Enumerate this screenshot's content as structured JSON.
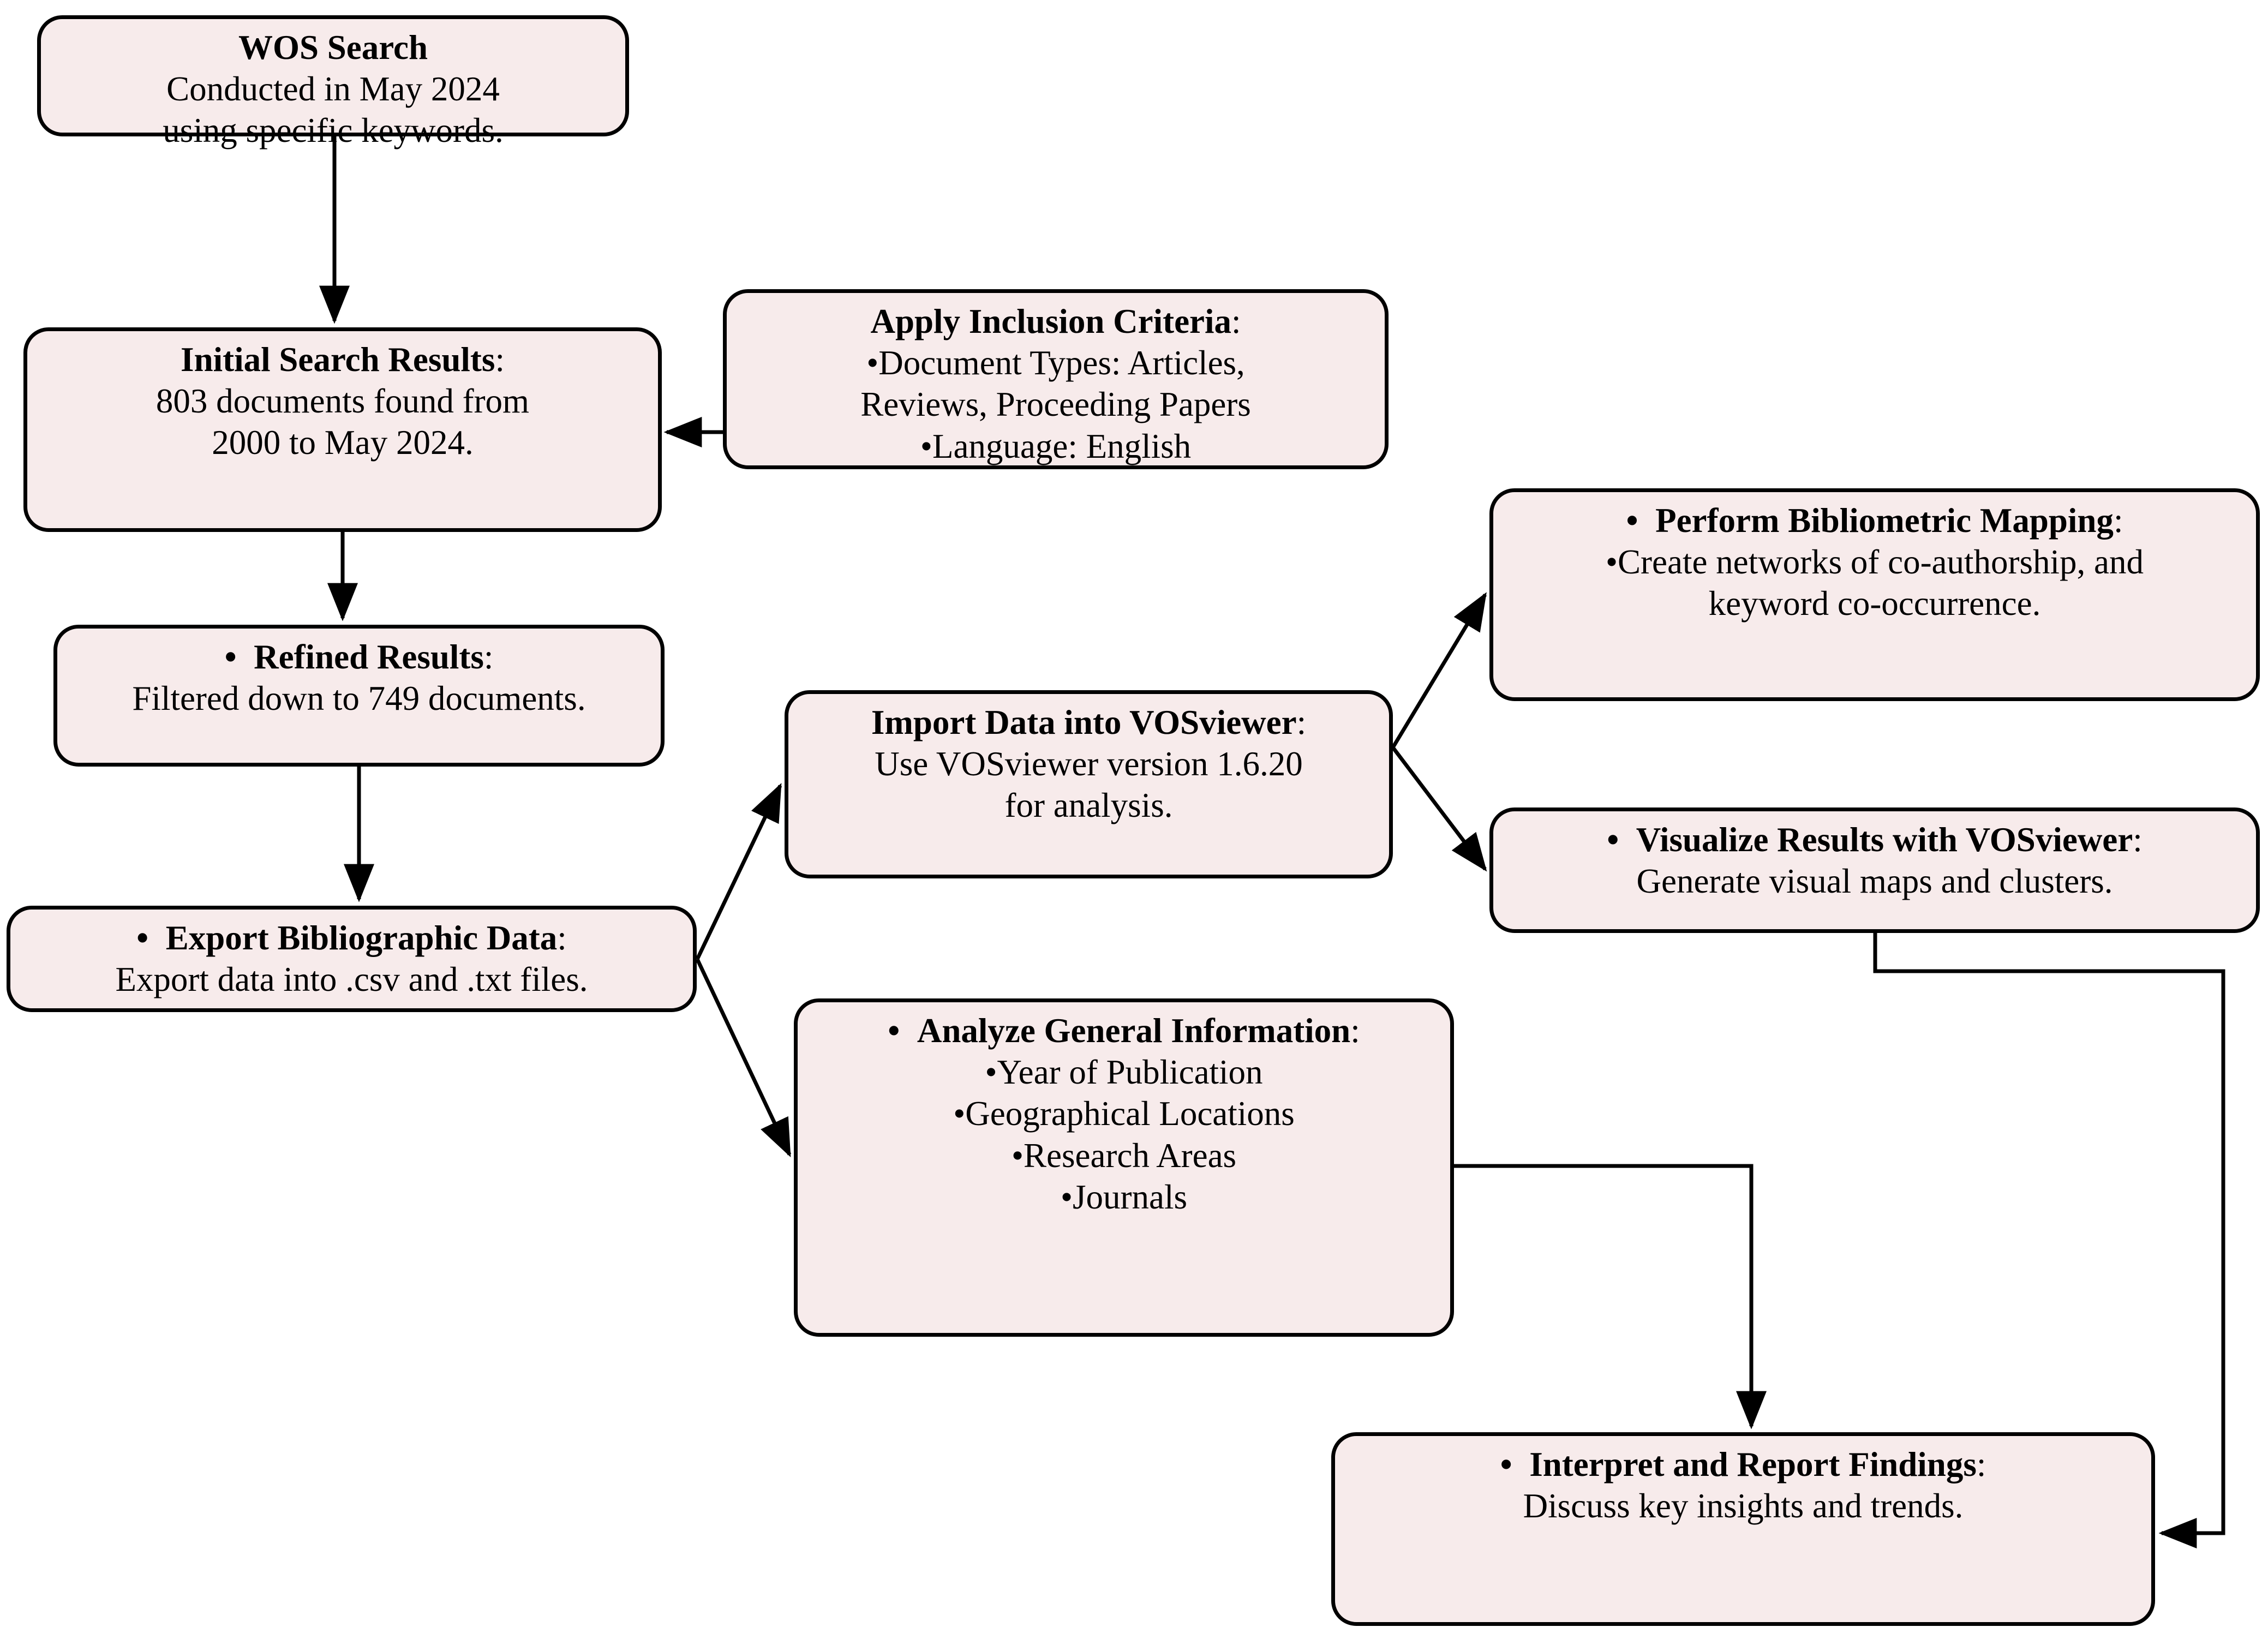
{
  "diagram": {
    "title": "Bibliometric analysis workflow flowchart",
    "colors": {
      "node_fill": "#f7ebeb",
      "node_border": "#000000",
      "edge": "#000000",
      "background": "#ffffff"
    }
  },
  "nodes": {
    "wos_search": {
      "title": "WOS Search",
      "line2": "Conducted in May 2024",
      "line3": "using specific keywords."
    },
    "initial_results": {
      "title": "Initial Search Results",
      "title_colon": ":",
      "line2": "803 documents found from",
      "line3": "2000 to May 2024."
    },
    "inclusion_criteria": {
      "title": "Apply Inclusion Criteria",
      "title_colon": ":",
      "bullet1a": "•Document Types: Articles,",
      "bullet1b": "Reviews, Proceeding Papers",
      "bullet2": "•Language: English"
    },
    "refined_results": {
      "bullet": "•",
      "title": "Refined Results",
      "title_colon": ":",
      "line2": "Filtered down to 749 documents."
    },
    "export_data": {
      "bullet": "•",
      "title": "Export Bibliographic Data",
      "title_colon": ":",
      "line2": "Export data into .csv and .txt files."
    },
    "import_vosviewer": {
      "title": "Import Data into VOSviewer",
      "title_colon": ":",
      "line2": "Use VOSviewer version 1.6.20",
      "line3": "for analysis."
    },
    "bibliometric_mapping": {
      "bullet": "•",
      "title": "Perform Bibliometric Mapping",
      "title_colon": ":",
      "line2": "•Create networks of co-authorship, and",
      "line3": "keyword co-occurrence."
    },
    "visualize_results": {
      "bullet": "•",
      "title": "Visualize Results with VOSviewer",
      "title_colon": ":",
      "line2": "Generate visual maps and clusters."
    },
    "analyze_general": {
      "bullet": "•",
      "title": "Analyze General Information",
      "title_colon": ":",
      "item1": "•Year  of Publication",
      "item2": "•Geographical Locations",
      "item3": "•Research Areas",
      "item4": "•Journals"
    },
    "interpret_report": {
      "bullet": "•",
      "title": "Interpret and Report Findings",
      "title_colon": ":",
      "line2": "Discuss key insights and trends."
    }
  },
  "edges": [
    {
      "name": "wos-to-initial",
      "from": "wos_search",
      "to": "initial_results",
      "style": "straight-down-arrow"
    },
    {
      "name": "criteria-to-initial",
      "from": "inclusion_criteria",
      "to": "initial_results",
      "style": "straight-left-arrow"
    },
    {
      "name": "initial-to-refined",
      "from": "initial_results",
      "to": "refined_results",
      "style": "straight-down-arrow"
    },
    {
      "name": "refined-to-export",
      "from": "refined_results",
      "to": "export_data",
      "style": "straight-down-arrow"
    },
    {
      "name": "export-to-import",
      "from": "export_data",
      "to": "import_vosviewer",
      "style": "diagonal-up-arrow"
    },
    {
      "name": "export-to-analyze",
      "from": "export_data",
      "to": "analyze_general",
      "style": "diagonal-down-arrow"
    },
    {
      "name": "import-to-mapping",
      "from": "import_vosviewer",
      "to": "bibliometric_mapping",
      "style": "diagonal-up-arrow"
    },
    {
      "name": "import-to-visualize",
      "from": "import_vosviewer",
      "to": "visualize_results",
      "style": "diagonal-down-arrow"
    },
    {
      "name": "analyze-to-interpret",
      "from": "analyze_general",
      "to": "interpret_report",
      "style": "orthogonal-down-arrow"
    },
    {
      "name": "visualize-to-interpret",
      "from": "visualize_results",
      "to": "interpret_report",
      "style": "orthogonal-left-arrow"
    }
  ]
}
